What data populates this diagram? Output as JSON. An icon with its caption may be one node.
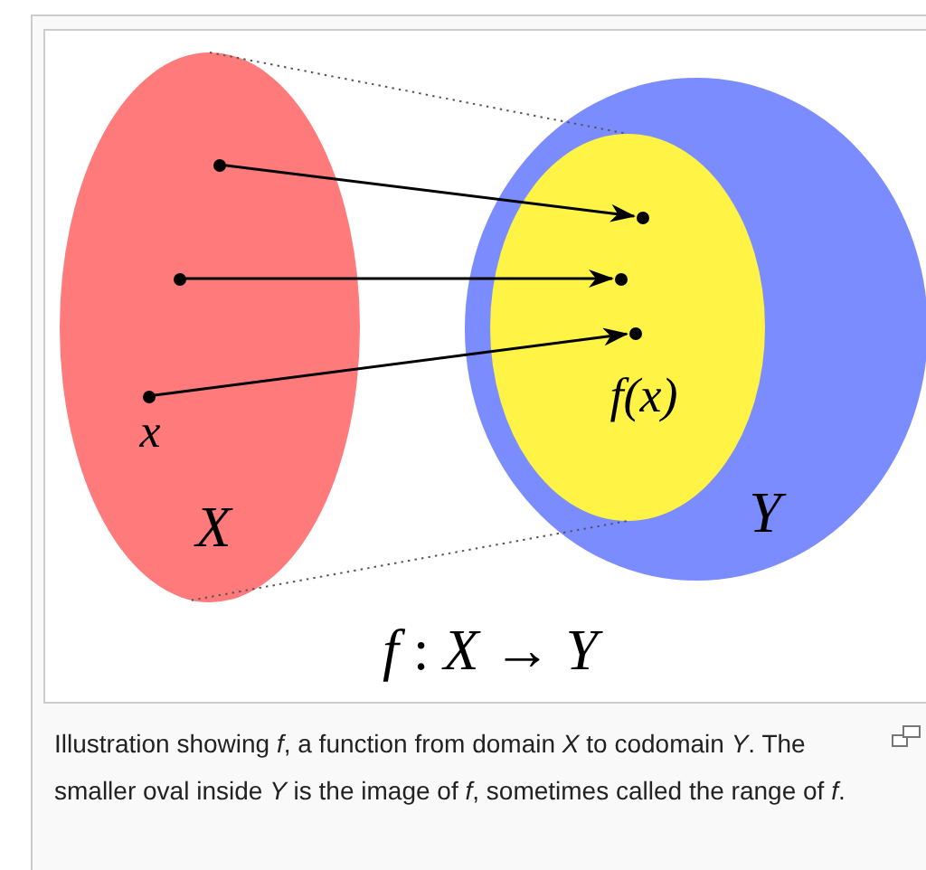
{
  "diagram": {
    "caption": "Illustration showing *f*, a function from domain *X* to codomain *Y*. The smaller oval inside *Y* is the image of *f*, sometimes called the range of *f*.",
    "nodes": [
      {
        "text": [
          "X"
        ]
      },
      {
        "text": [
          "Y"
        ]
      },
      {
        "text": [
          "f(x)"
        ],
        "in": 1
      },
      {
        "text": [],
        "shape": "circle",
        "in": 0
      },
      {
        "text": [],
        "shape": "circle",
        "in": 0
      },
      {
        "text": [],
        "shape": "circle",
        "in": 0,
        "beside": [
          "x"
        ]
      },
      {
        "text": [],
        "shape": "circle",
        "in": 2
      },
      {
        "text": [],
        "shape": "circle",
        "in": 2
      },
      {
        "text": [],
        "shape": "circle",
        "in": 2
      }
    ],
    "edges": [
      {
        "from": 3,
        "to": 6,
        "arrow": "to"
      },
      {
        "from": 4,
        "to": 7,
        "arrow": "to"
      },
      {
        "from": 5,
        "to": 8,
        "arrow": "to"
      },
      {
        "from": 0,
        "to": 2,
        "arrow": "none",
        "style": "dashed"
      },
      {
        "from": 0,
        "to": 2,
        "arrow": "none",
        "style": "dashed"
      }
    ],
    "labels": [
      "*f* : *X* → *Y*"
    ]
  }
}
